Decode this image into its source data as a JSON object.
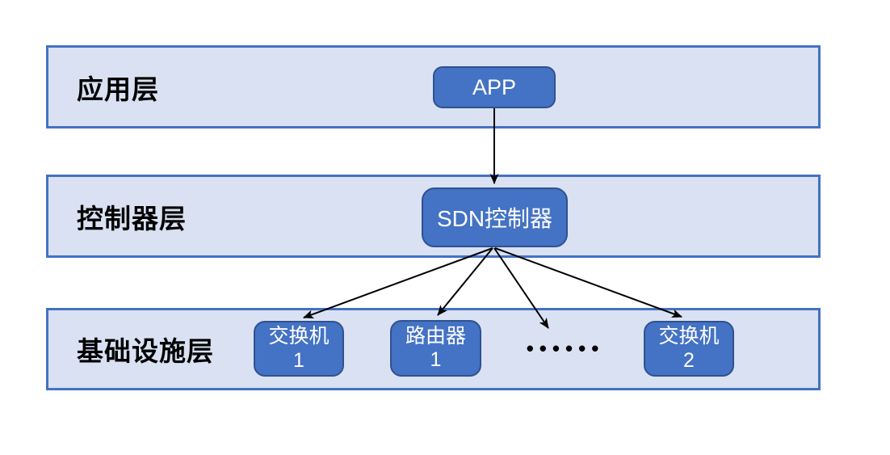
{
  "layers": [
    {
      "name": "application",
      "label": "应用层"
    },
    {
      "name": "control",
      "label": "控制器层"
    },
    {
      "name": "infrastructure",
      "label": "基础设施层"
    }
  ],
  "nodes": {
    "app": {
      "label": "APP"
    },
    "sdn_controller": {
      "label": "SDN控制器"
    },
    "switch1": {
      "line1": "交换机",
      "line2": "1"
    },
    "router1": {
      "line1": "路由器",
      "line2": "1"
    },
    "switch2": {
      "line1": "交换机",
      "line2": "2"
    },
    "ellipsis": "••••••"
  },
  "edges": [
    {
      "from": "app",
      "to": "sdn_controller"
    },
    {
      "from": "sdn_controller",
      "to": "switch1"
    },
    {
      "from": "sdn_controller",
      "to": "router1"
    },
    {
      "from": "sdn_controller",
      "to": "ellipsis"
    },
    {
      "from": "sdn_controller",
      "to": "switch2"
    }
  ],
  "colors": {
    "band_fill": "#dae1f3",
    "band_border": "#4472c4",
    "node_fill": "#4472c4",
    "node_border": "#2f528f",
    "arrow": "#000000",
    "layer_text": "#000000",
    "node_text": "#ffffff"
  }
}
